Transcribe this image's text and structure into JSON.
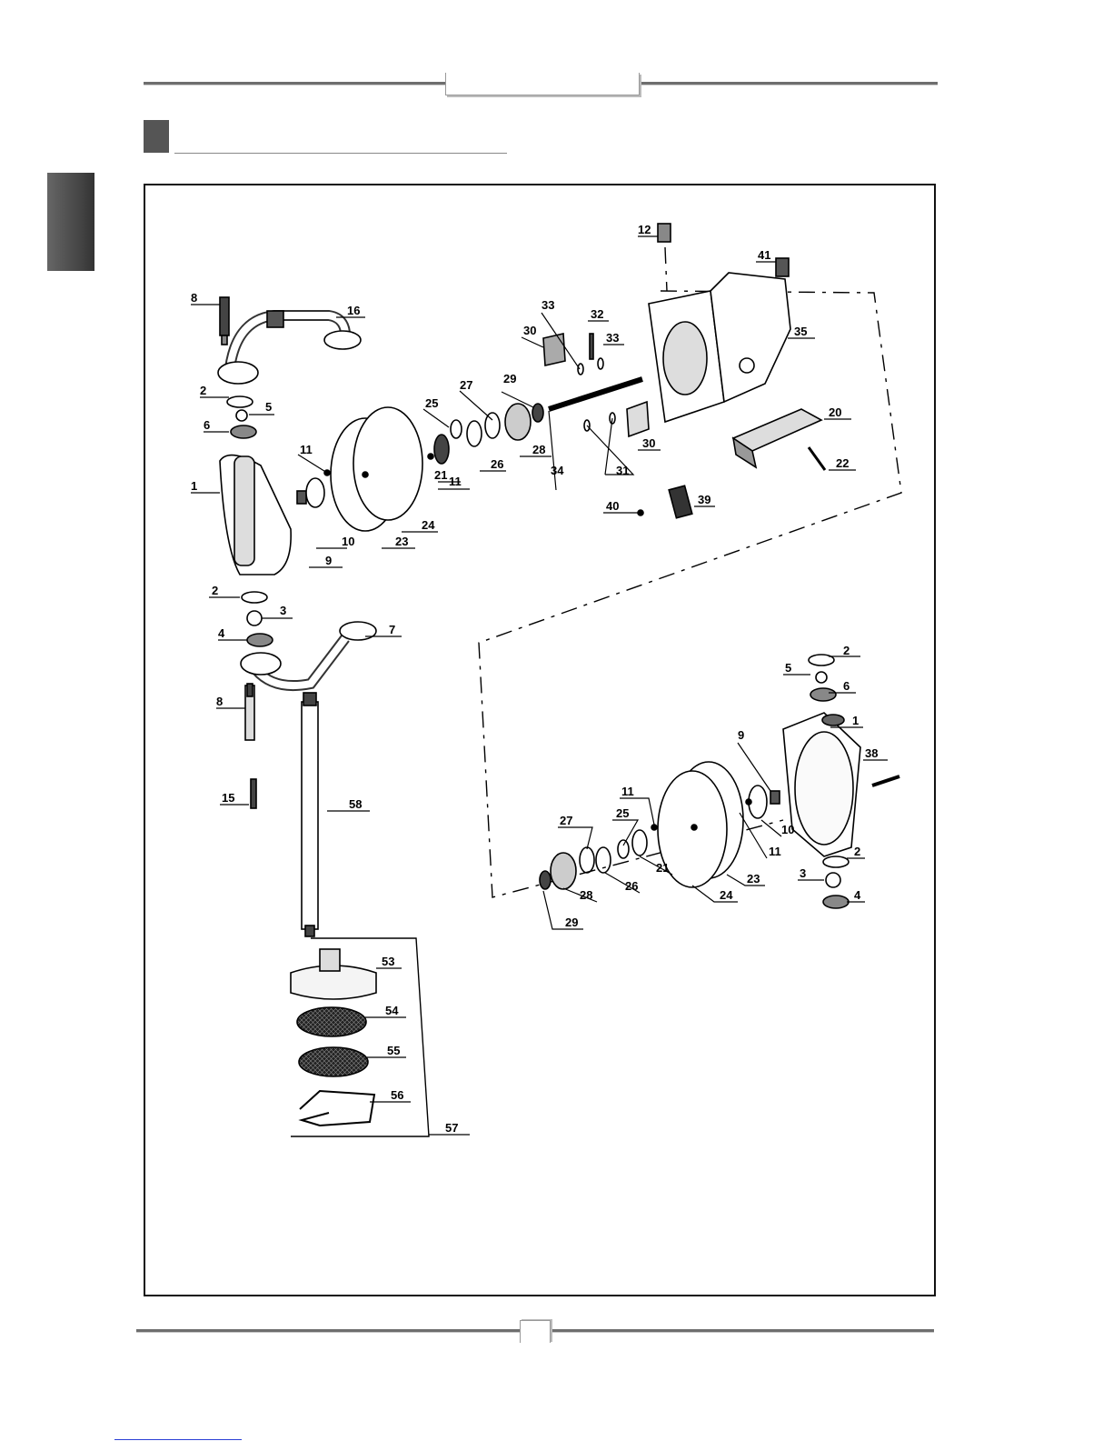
{
  "parts": {
    "upper": [
      {
        "key": "u8",
        "label": "8"
      },
      {
        "key": "u16",
        "label": "16"
      },
      {
        "key": "u2a",
        "label": "2"
      },
      {
        "key": "u5",
        "label": "5"
      },
      {
        "key": "u6",
        "label": "6"
      },
      {
        "key": "u1",
        "label": "1"
      },
      {
        "key": "u11a",
        "label": "11"
      },
      {
        "key": "u10",
        "label": "10"
      },
      {
        "key": "u9",
        "label": "9"
      },
      {
        "key": "u23",
        "label": "23"
      },
      {
        "key": "u24",
        "label": "24"
      },
      {
        "key": "u25",
        "label": "25"
      },
      {
        "key": "u21",
        "label": "21"
      },
      {
        "key": "u11b",
        "label": "11"
      },
      {
        "key": "u27",
        "label": "27"
      },
      {
        "key": "u26",
        "label": "26"
      },
      {
        "key": "u29",
        "label": "29"
      },
      {
        "key": "u28",
        "label": "28"
      },
      {
        "key": "u30a",
        "label": "30"
      },
      {
        "key": "u33a",
        "label": "33"
      },
      {
        "key": "u32",
        "label": "32"
      },
      {
        "key": "u33b",
        "label": "33"
      },
      {
        "key": "u34",
        "label": "34"
      },
      {
        "key": "u31",
        "label": "31"
      },
      {
        "key": "u30b",
        "label": "30"
      },
      {
        "key": "u12",
        "label": "12"
      },
      {
        "key": "u41",
        "label": "41"
      },
      {
        "key": "u35",
        "label": "35"
      },
      {
        "key": "u20",
        "label": "20"
      },
      {
        "key": "u22",
        "label": "22"
      },
      {
        "key": "u40",
        "label": "40"
      },
      {
        "key": "u39",
        "label": "39"
      }
    ],
    "middle": [
      {
        "key": "m2",
        "label": "2"
      },
      {
        "key": "m3",
        "label": "3"
      },
      {
        "key": "m4",
        "label": "4"
      },
      {
        "key": "m7",
        "label": "7"
      },
      {
        "key": "m8",
        "label": "8"
      },
      {
        "key": "m15",
        "label": "15"
      },
      {
        "key": "m58",
        "label": "58"
      },
      {
        "key": "m53",
        "label": "53"
      },
      {
        "key": "m54",
        "label": "54"
      },
      {
        "key": "m55",
        "label": "55"
      },
      {
        "key": "m56",
        "label": "56"
      },
      {
        "key": "m57",
        "label": "57"
      }
    ],
    "lower": [
      {
        "key": "l2a",
        "label": "2"
      },
      {
        "key": "l5",
        "label": "5"
      },
      {
        "key": "l6",
        "label": "6"
      },
      {
        "key": "l9",
        "label": "9"
      },
      {
        "key": "l1",
        "label": "1"
      },
      {
        "key": "l38",
        "label": "38"
      },
      {
        "key": "l11a",
        "label": "11"
      },
      {
        "key": "l10",
        "label": "10"
      },
      {
        "key": "l11b",
        "label": "11"
      },
      {
        "key": "l25",
        "label": "25"
      },
      {
        "key": "l27",
        "label": "27"
      },
      {
        "key": "l21",
        "label": "21"
      },
      {
        "key": "l26",
        "label": "26"
      },
      {
        "key": "l28",
        "label": "28"
      },
      {
        "key": "l29",
        "label": "29"
      },
      {
        "key": "l24",
        "label": "24"
      },
      {
        "key": "l23",
        "label": "23"
      },
      {
        "key": "l2b",
        "label": "2"
      },
      {
        "key": "l3",
        "label": "3"
      },
      {
        "key": "l4",
        "label": "4"
      }
    ]
  }
}
